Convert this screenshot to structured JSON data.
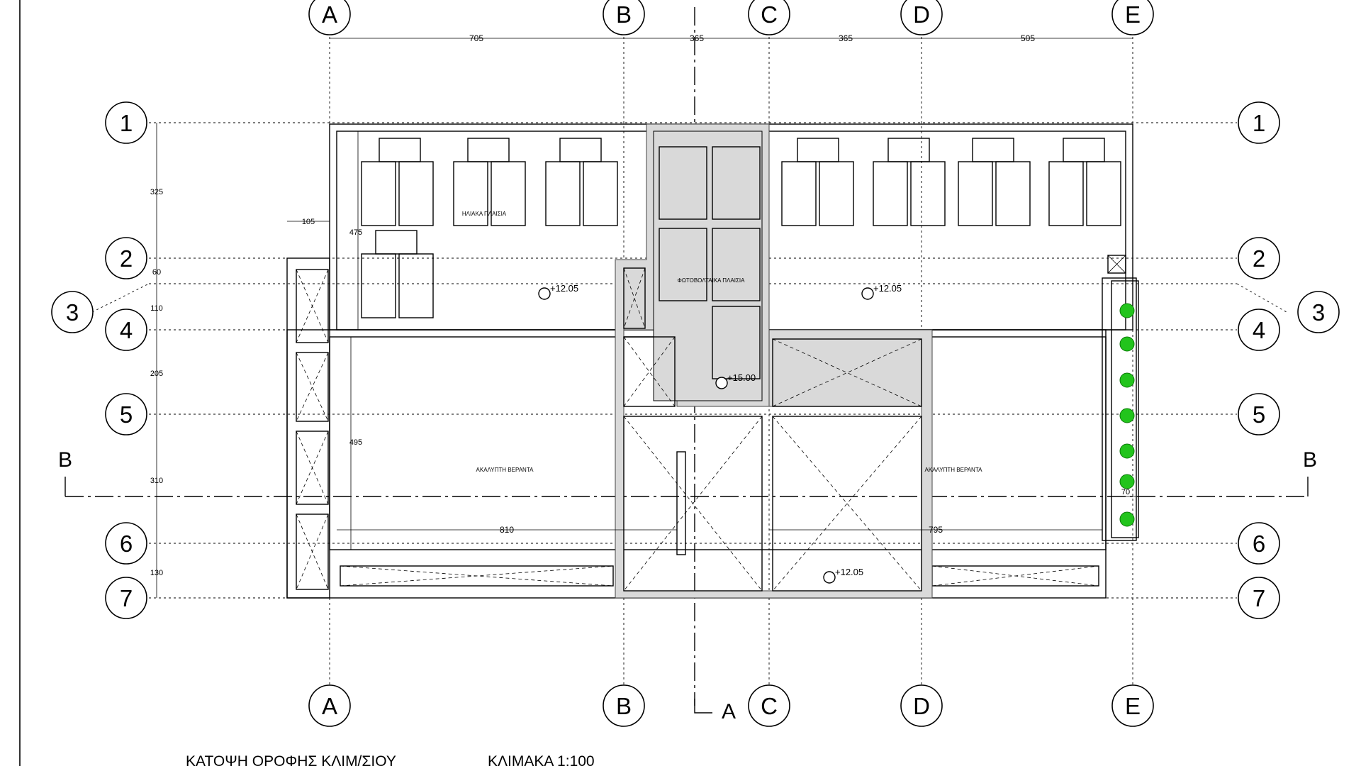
{
  "grid": {
    "columns": [
      "A",
      "B",
      "C",
      "D",
      "E"
    ],
    "rows": [
      "1",
      "2",
      "3",
      "4",
      "5",
      "6",
      "7"
    ]
  },
  "section_marks": {
    "horizontal": "B",
    "vertical": "A"
  },
  "dimensions": {
    "top": [
      "705",
      "365",
      "365",
      "505"
    ],
    "left": [
      "325",
      "60",
      "110",
      "205",
      "310",
      "130"
    ],
    "left_offset": "105",
    "height_a": "475",
    "height_b": "495",
    "span_left": "810",
    "span_right": "795",
    "planter_width": "70"
  },
  "levels": {
    "roof_left": "+12.05",
    "roof_right": "+12.05",
    "stair_top": "+15.00",
    "bottom": "+12.05"
  },
  "labels": {
    "solar_panels": "ΗΛΙΑΚΑ ΠΛΑΙΣΙΑ",
    "pv_panels": "ΦΩΤΟΒΟΛΤΑΙΚΑ ΠΛΑΙΣΙΑ",
    "veranda_left": "ΑΚΑΛΥΠΤΗ ΒΕΡΑΝΤΑ",
    "veranda_right": "ΑΚΑΛΥΠΤΗ ΒΕΡΑΝΤΑ"
  },
  "title": {
    "main": "ΚΑΤΟΨΗ ΟΡΟΦΗΣ  ΚΛΙΜ/ΣΙΟΥ",
    "scale": "ΚΛΙΜΑΚΑ 1:100"
  },
  "colors": {
    "line": "#000000",
    "fill_core": "#d9d9d9",
    "plant": "#22c41c"
  }
}
